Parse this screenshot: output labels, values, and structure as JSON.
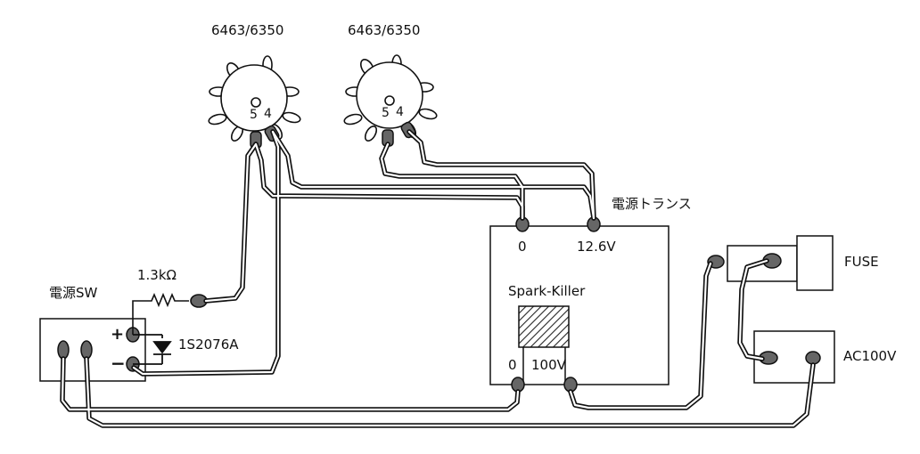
{
  "tubes": [
    {
      "label": "6463/6350",
      "pin5": "5",
      "pin4": "4"
    },
    {
      "label": "6463/6350",
      "pin5": "5",
      "pin4": "4"
    }
  ],
  "transformer": {
    "label": "電源トランス",
    "tap0": "0",
    "tap12": "12.6V"
  },
  "spark_killer": {
    "label": "Spark-Killer",
    "in0": "0",
    "in100": "100V"
  },
  "resistor": {
    "label": "1.3kΩ"
  },
  "diode": {
    "label": "1S2076A"
  },
  "power_switch": {
    "label": "電源SW",
    "plus": "+",
    "minus": "−"
  },
  "fuse": {
    "label": "FUSE"
  },
  "ac_inlet": {
    "label": "AC100V"
  }
}
